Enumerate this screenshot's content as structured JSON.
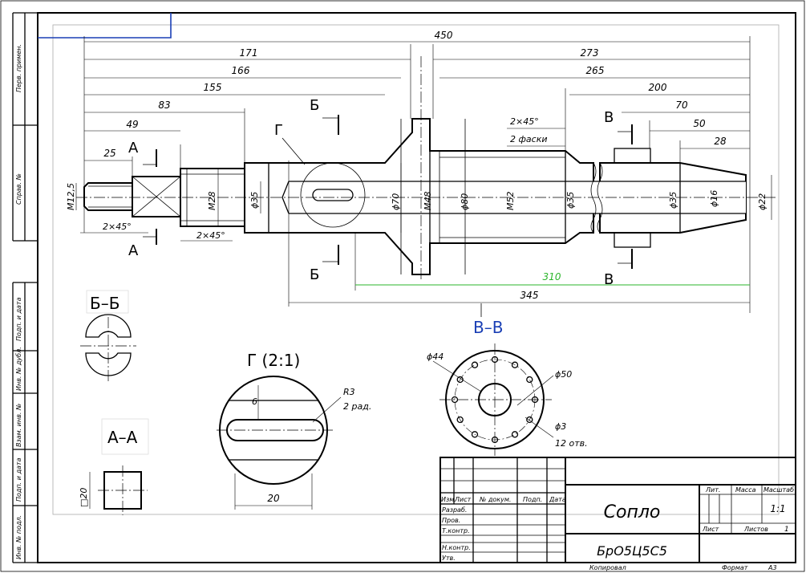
{
  "dimensions": {
    "d450": "450",
    "d171": "171",
    "d273": "273",
    "d166": "166",
    "d265": "265",
    "d155": "155",
    "d200": "200",
    "d83": "83",
    "d70": "70",
    "d49": "49",
    "d50": "50",
    "d25": "25",
    "d28": "28",
    "d345": "345",
    "d310": "310",
    "m125": "M12,5",
    "m28": "M28",
    "m48": "M48",
    "m52": "M52",
    "phi35a": "ϕ35",
    "phi70": "ϕ70",
    "phi80": "ϕ80",
    "phi35b": "ϕ35",
    "phi35c": "ϕ35",
    "phi16": "ϕ16",
    "phi22": "ϕ22",
    "chamfer1": "2×45°",
    "chamfer2": "2×45°",
    "chamfer3": "2×45°",
    "chamfer3b": "2 фаски"
  },
  "section_marks": {
    "a": "А",
    "b": "Б",
    "v": "В",
    "g": "Г"
  },
  "views": {
    "bb": "Б–Б",
    "aa": "А–А",
    "vv": "В–В",
    "g": "Г (2:1)",
    "sq20": "□20",
    "g_six": "6",
    "g_r3": "R3",
    "g_2rad": "2 рад.",
    "g_20": "20",
    "vv_d44": "ϕ44",
    "vv_d50": "ϕ50",
    "vv_d3": "ϕ3",
    "vv_12": "12 отв."
  },
  "side_labels": [
    "Перв. примен.",
    "Справ. №",
    "Подп. и дата",
    "Инв. № дубл.",
    "Взам. инв. №",
    "Подп. и дата",
    "Инв. № подл."
  ],
  "title_block": {
    "name": "Сопло",
    "material": "БрО5Ц5С5",
    "scale": "1:1",
    "sheet_label": "Лист",
    "sheets_label": "Листов",
    "sheets_value": "1",
    "lit": "Лит.",
    "mass": "Масса",
    "scale_label": "Масштаб",
    "col_izm": "Изм.",
    "col_list": "Лист",
    "col_doc": "№ докум.",
    "col_podp": "Подп.",
    "col_date": "Дата",
    "razrab": "Разраб.",
    "prov": "Пров.",
    "tkontr": "Т.контр.",
    "nkontr": "Н.контр.",
    "utv": "Утв.",
    "copied": "Копировал",
    "format_label": "Формат",
    "format_value": "А3"
  },
  "colors": {
    "line": "#000000",
    "section_label": "#1a3fb5",
    "green_dim": "#2bb52b"
  }
}
